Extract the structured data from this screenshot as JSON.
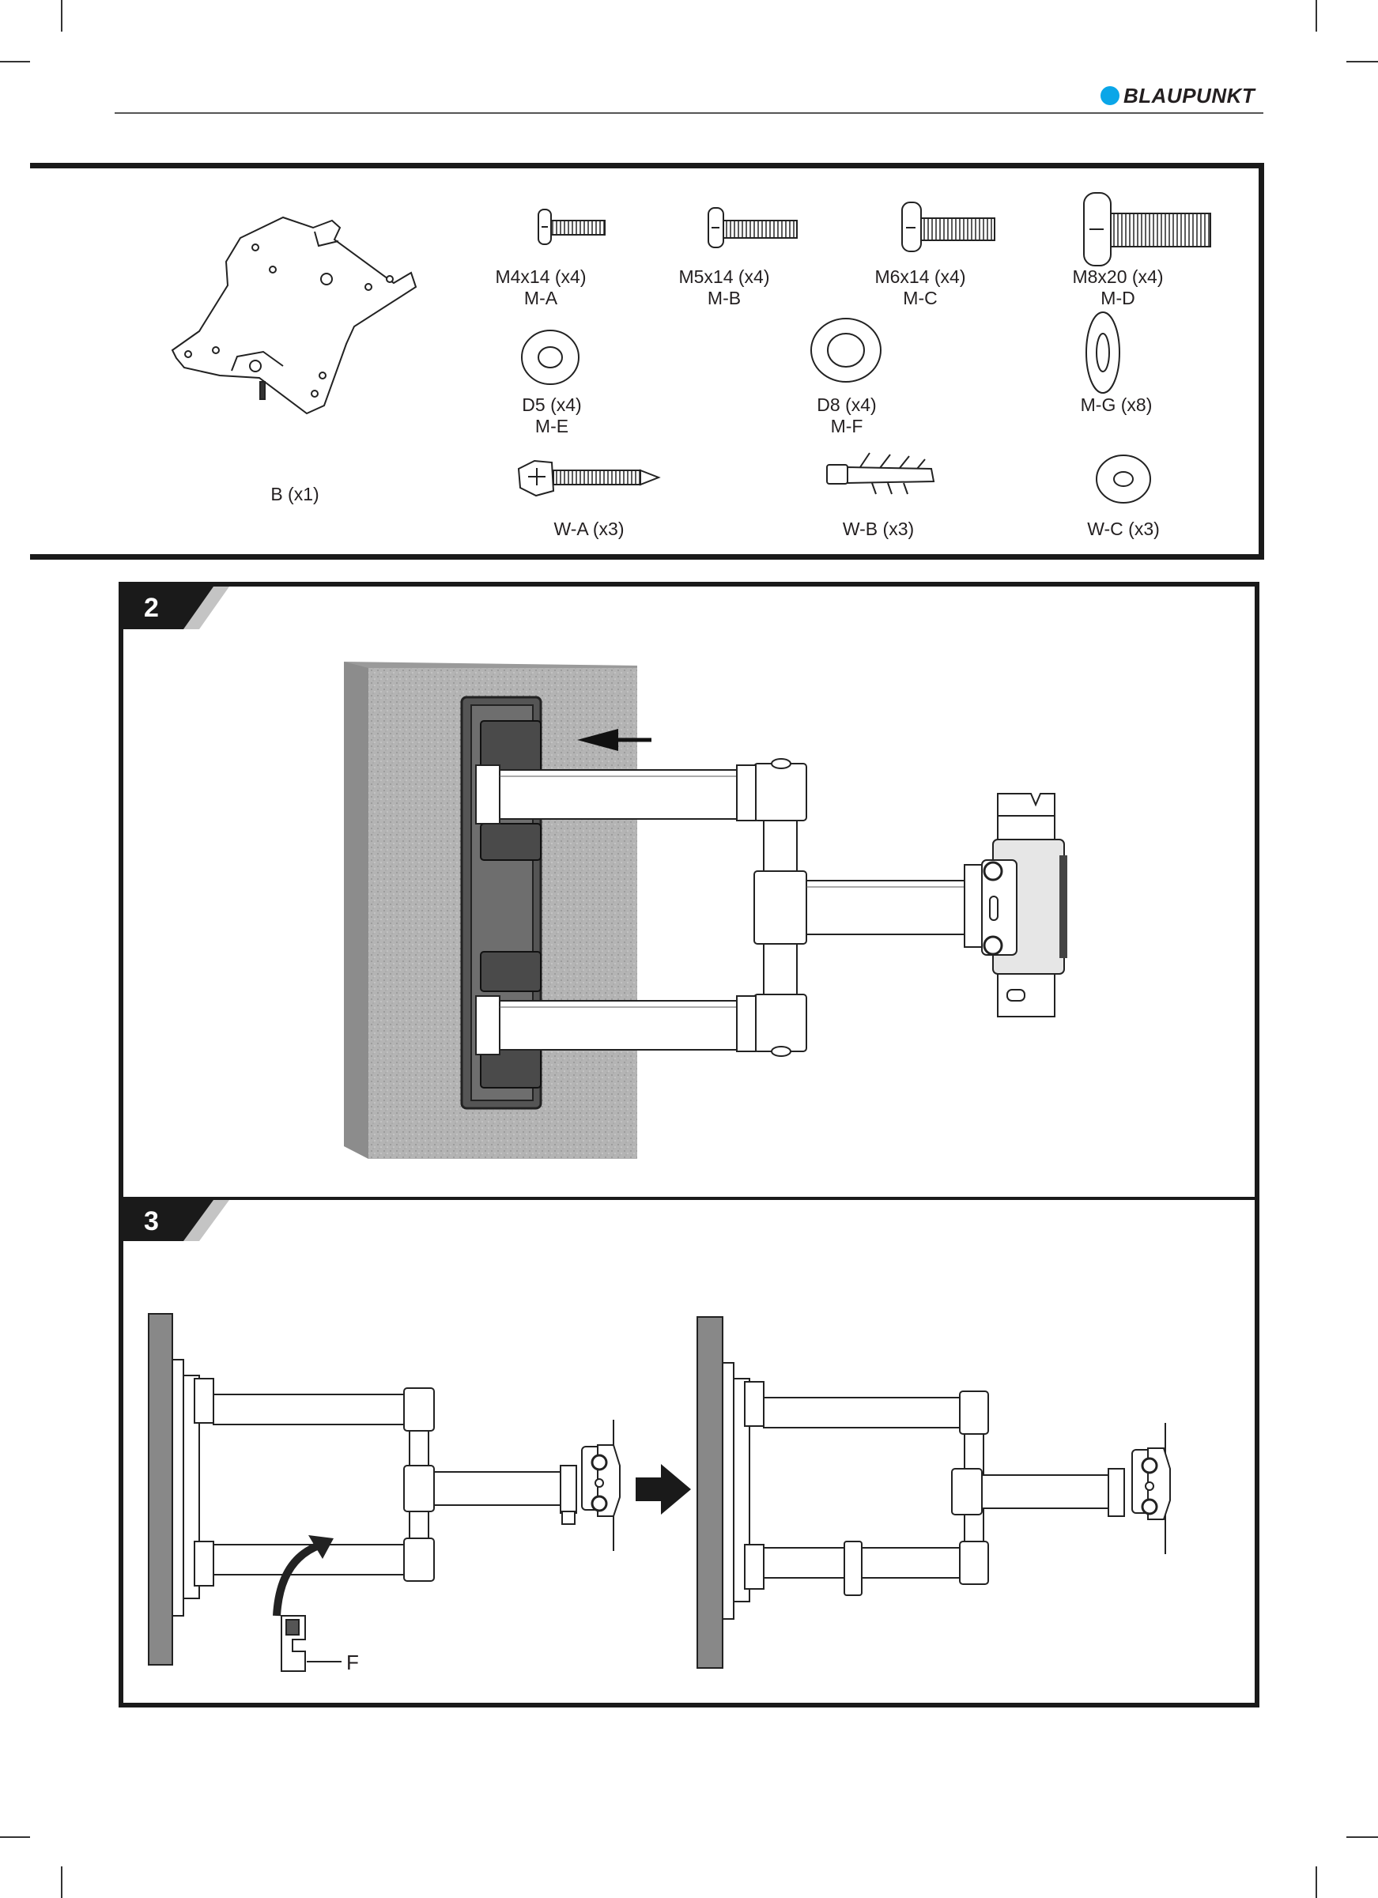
{
  "brand": {
    "name": "BLAUPUNKT",
    "dot_color": "#0aa6e8"
  },
  "parts": {
    "plate": "B (x1)",
    "screws": [
      {
        "size": "M4x14 (x4)",
        "code": "M-A"
      },
      {
        "size": "M5x14 (x4)",
        "code": "M-B"
      },
      {
        "size": "M6x14 (x4)",
        "code": "M-C"
      },
      {
        "size": "M8x20 (x4)",
        "code": "M-D"
      }
    ],
    "washers": [
      {
        "size": "D5 (x4)",
        "code": "M-E"
      },
      {
        "size": "D8 (x4)",
        "code": "M-F"
      },
      {
        "size": "M-G (x8)"
      }
    ],
    "wall_hardware": [
      "W-A (x3)",
      "W-B (x3)",
      "W-C (x3)"
    ]
  },
  "steps": [
    {
      "number": "2"
    },
    {
      "number": "3",
      "callout": "F"
    }
  ]
}
